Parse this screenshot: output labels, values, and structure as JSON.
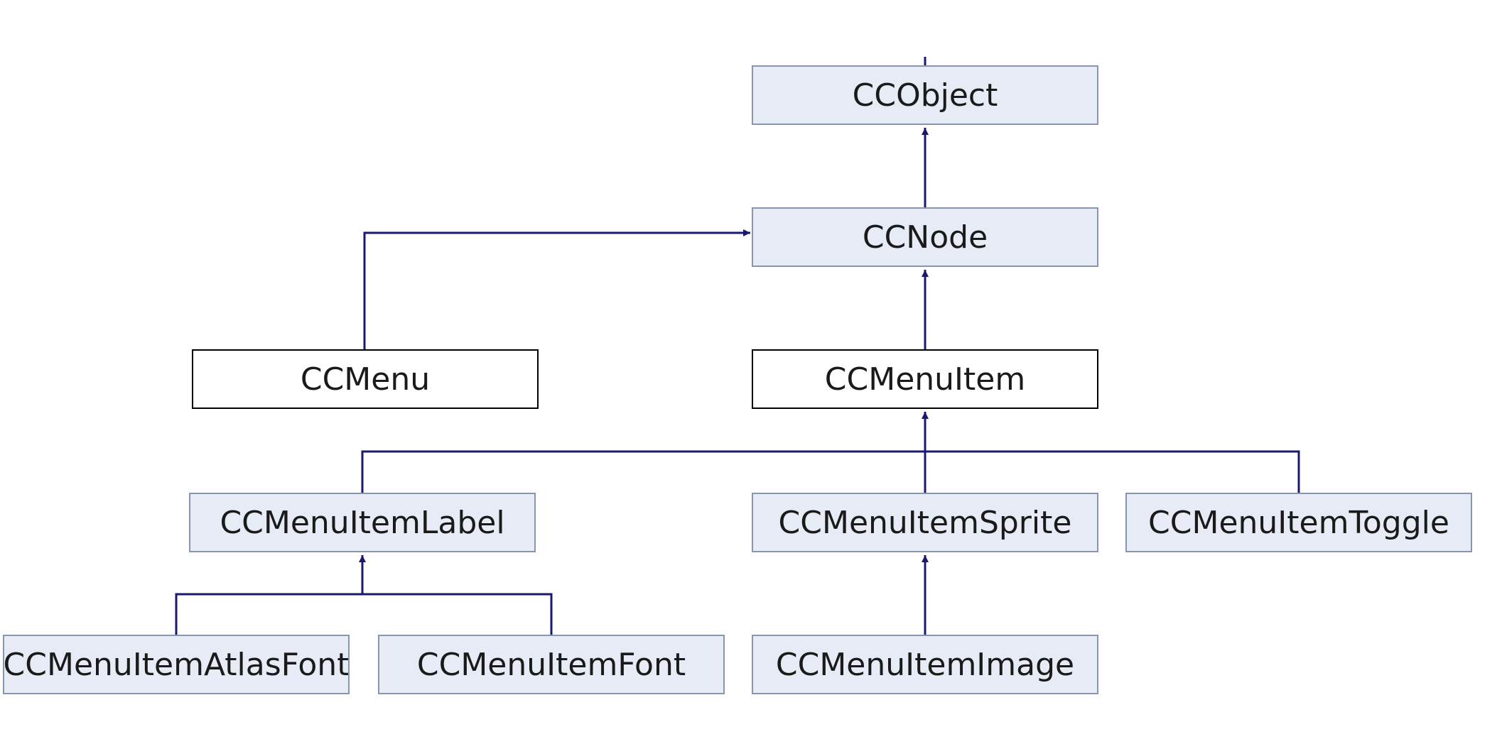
{
  "diagram": {
    "colors": {
      "node_fill": "#e6ebf5",
      "node_border": "#8a96b0",
      "documented_border": "#000000",
      "edge": "#191970"
    },
    "nodes": {
      "ccobject": {
        "label": "CCObject"
      },
      "ccnode": {
        "label": "CCNode"
      },
      "ccmenu": {
        "label": "CCMenu"
      },
      "ccmenuitem": {
        "label": "CCMenuItem"
      },
      "ccmenuitemlabel": {
        "label": "CCMenuItemLabel"
      },
      "ccmenuitemsprite": {
        "label": "CCMenuItemSprite"
      },
      "ccmenuitemtoggle": {
        "label": "CCMenuItemToggle"
      },
      "ccmenuitematlasfont": {
        "label": "CCMenuItemAtlasFont"
      },
      "ccmenuitemfont": {
        "label": "CCMenuItemFont"
      },
      "ccmenuitemimage": {
        "label": "CCMenuItemImage"
      }
    },
    "edges": [
      {
        "from": "ccnode",
        "to": "ccobject"
      },
      {
        "from": "ccmenu",
        "to": "ccnode"
      },
      {
        "from": "ccmenuitem",
        "to": "ccnode"
      },
      {
        "from": "ccmenuitemlabel",
        "to": "ccmenuitem"
      },
      {
        "from": "ccmenuitemsprite",
        "to": "ccmenuitem"
      },
      {
        "from": "ccmenuitemtoggle",
        "to": "ccmenuitem"
      },
      {
        "from": "ccmenuitematlasfont",
        "to": "ccmenuitemlabel"
      },
      {
        "from": "ccmenuitemfont",
        "to": "ccmenuitemlabel"
      },
      {
        "from": "ccmenuitemimage",
        "to": "ccmenuitemsprite"
      }
    ]
  }
}
